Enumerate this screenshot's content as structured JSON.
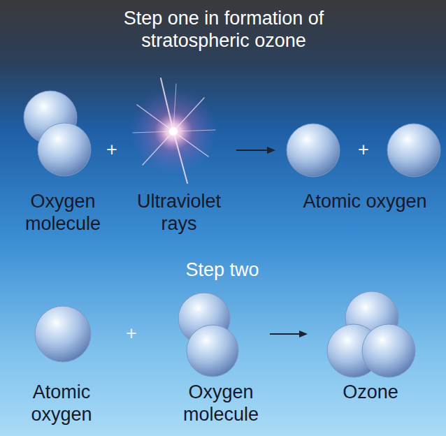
{
  "diagram": {
    "title": "Step one in formation of stratospheric ozone",
    "labels": [
      "Oxygen molecule",
      "+",
      "Ultraviolet rays",
      "Atomic oxygen",
      "+",
      "Step two",
      "Atomic oxygen",
      "+",
      "Oxygen molecule",
      "Ozone"
    ]
  }
}
